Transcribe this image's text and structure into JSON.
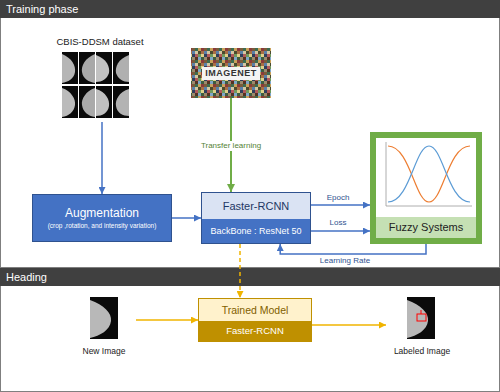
{
  "diagram": {
    "nodes": [
      {
        "text": [
          "Training phase"
        ]
      },
      {
        "text": [
          "CBIS-DDSM dataset"
        ],
        "in": 0
      },
      {
        "text": [
          "IMAGENET"
        ],
        "in": 0
      },
      {
        "text": [
          "Augmentation",
          "(crop ,rotation, and intensity variation)"
        ],
        "in": 0
      },
      {
        "text": [
          "Faster-RCNN",
          "BackBone : ResNet 50"
        ],
        "in": 0
      },
      {
        "text": [
          "Fuzzy Systems"
        ],
        "in": 0
      },
      {
        "text": [
          "Heading"
        ]
      },
      {
        "text": [
          "New Image"
        ],
        "in": 6
      },
      {
        "text": [
          "Trained Model",
          "Faster-RCNN"
        ],
        "in": 6
      },
      {
        "text": [
          "Labeled Image"
        ],
        "in": 6
      }
    ],
    "edges": [
      {
        "from": 1,
        "to": 3,
        "arrow": "to"
      },
      {
        "from": 2,
        "to": 4,
        "arrow": "to",
        "label": "Transfer learning"
      },
      {
        "from": 3,
        "to": 4,
        "arrow": "to"
      },
      {
        "from": 4,
        "to": 5,
        "arrow": "to",
        "label": "Epoch"
      },
      {
        "from": 4,
        "to": 5,
        "arrow": "to",
        "label": "Loss"
      },
      {
        "from": 5,
        "to": 4,
        "arrow": "to",
        "label": "Learning Rate"
      },
      {
        "from": 4,
        "to": 8,
        "arrow": "to"
      },
      {
        "from": 7,
        "to": 8,
        "arrow": "to"
      },
      {
        "from": 8,
        "to": 9,
        "arrow": "to"
      }
    ]
  }
}
